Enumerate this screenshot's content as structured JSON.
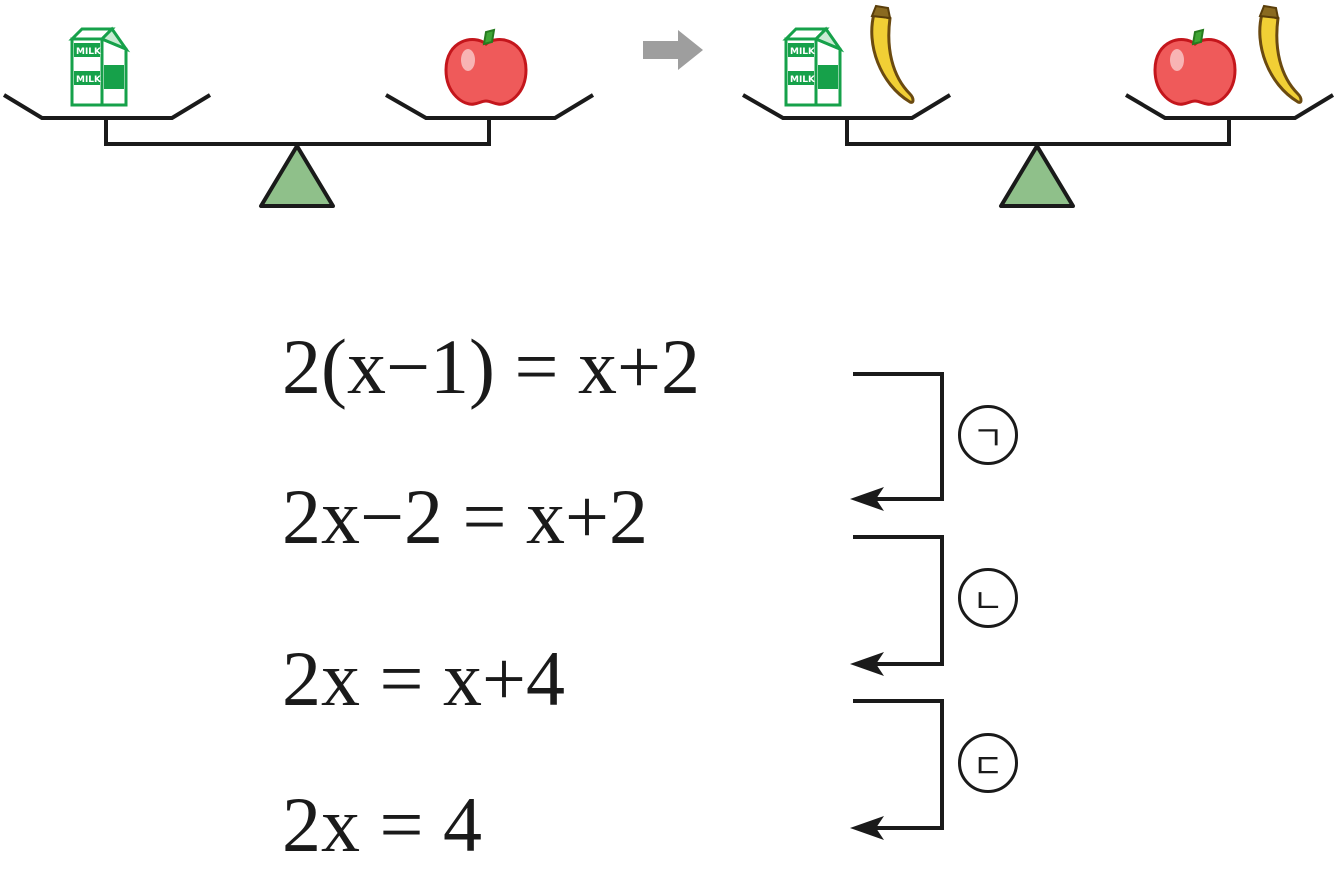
{
  "scales": {
    "before": {
      "left_items": [
        "milk-carton"
      ],
      "right_items": [
        "apple"
      ]
    },
    "after": {
      "left_items": [
        "milk-carton",
        "banana"
      ],
      "right_items": [
        "apple",
        "banana"
      ]
    },
    "milk_label": "MILK",
    "transition_icon": "right-arrow-icon",
    "colors": {
      "fulcrum": "#8fc08a",
      "milk": "#16a14a",
      "apple": "#e63c3c",
      "banana": "#f1cf35",
      "arrow": "#9e9e9e"
    }
  },
  "equations": [
    {
      "lhs": "2(x−1)",
      "rhs": "x+2"
    },
    {
      "lhs": "2x−2",
      "rhs": "x+2"
    },
    {
      "lhs": "2x",
      "rhs": "x+4"
    },
    {
      "lhs": "2x",
      "rhs": "4"
    }
  ],
  "steps": [
    "ㄱ",
    "ㄴ",
    "ㄷ"
  ]
}
